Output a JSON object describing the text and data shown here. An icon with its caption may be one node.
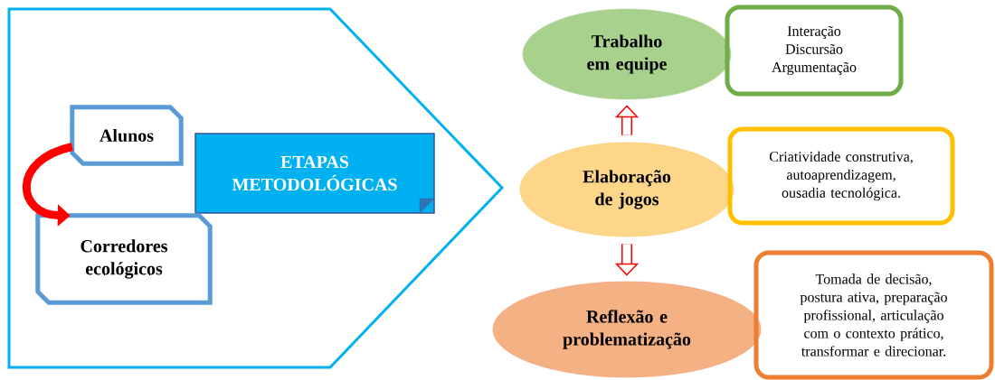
{
  "diagram": {
    "nodes": [
      {
        "text": [],
        "shape": "pentagon"
      },
      {
        "text": [
          "Alunos"
        ],
        "in": 0
      },
      {
        "text": [
          "ETAPAS METODOLÓGICAS"
        ],
        "in": 0
      },
      {
        "text": [
          "Corredores ecológicos"
        ],
        "in": 0
      },
      {
        "text": [
          "Trabalho em equipe"
        ]
      },
      {
        "text": [
          "Interação Discursão Argumentação"
        ]
      },
      {
        "text": [
          "Elaboração de jogos"
        ]
      },
      {
        "text": [
          "Criatividade construtiva, autoaprendizagem, ousadia tecnológica."
        ]
      },
      {
        "text": [
          "Reflexão e problematização"
        ]
      },
      {
        "text": [
          "Tomada de decisão, postura ativa, preparação profissional, articulação com o contexto prático, transformar e direcionar."
        ]
      }
    ],
    "edges": [
      {
        "from": 1,
        "to": 3,
        "arrow": "to"
      },
      {
        "from": 6,
        "to": 4,
        "arrow": "to"
      },
      {
        "from": 6,
        "to": 8,
        "arrow": "to"
      }
    ]
  }
}
